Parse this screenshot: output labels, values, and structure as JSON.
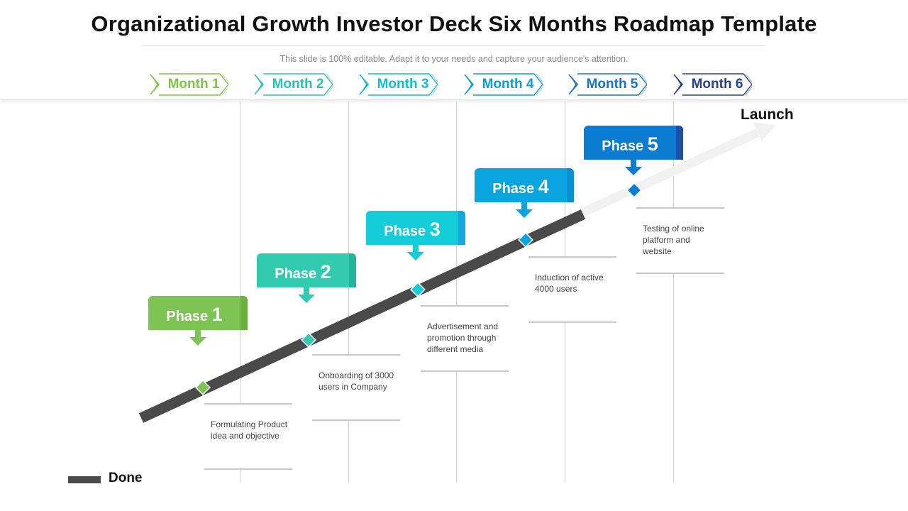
{
  "title": "Organizational Growth Investor Deck Six Months Roadmap Template",
  "subtitle": "This slide is 100% editable. Adapt it to your needs and capture your audience's attention.",
  "months": [
    {
      "label": "Month 1",
      "color": "#7dc442"
    },
    {
      "label": "Month 2",
      "color": "#2cc2b0"
    },
    {
      "label": "Month 3",
      "color": "#13bcd0"
    },
    {
      "label": "Month 4",
      "color": "#0d9cd6"
    },
    {
      "label": "Month 5",
      "color": "#1576c5"
    },
    {
      "label": "Month 6",
      "color": "#26428f"
    }
  ],
  "phases": [
    {
      "word": "Phase",
      "num": "1",
      "color": "#7ec455",
      "accent": "#6ab03f",
      "description": "Formulating Product idea and objective"
    },
    {
      "word": "Phase",
      "num": "2",
      "color": "#32cbb0",
      "accent": "#22b59c",
      "description": "Onboarding of 3000 users in Company"
    },
    {
      "word": "Phase",
      "num": "3",
      "color": "#15cdd8",
      "accent": "#17a7df",
      "description": "Advertisement and promotion through different media"
    },
    {
      "word": "Phase",
      "num": "4",
      "color": "#0aa5e0",
      "accent": "#0b8fd2",
      "description": "Induction of active 4000 users"
    },
    {
      "word": "Phase",
      "num": "5",
      "color": "#0c7cd3",
      "accent": "#1f4ea3",
      "description": "Testing of online platform and website"
    }
  ],
  "launch_label": "Launch",
  "legend": {
    "done_label": "Done",
    "done_color": "#4a4a4a",
    "remaining_color": "#f1f1f1"
  }
}
